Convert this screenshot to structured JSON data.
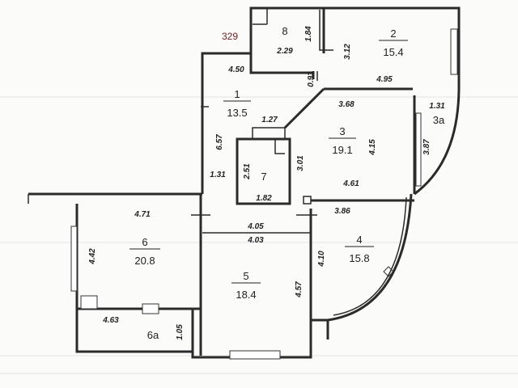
{
  "plan_ref": "329",
  "rooms": [
    {
      "id": "1",
      "area": "13.5"
    },
    {
      "id": "2",
      "area": "15.4"
    },
    {
      "id": "3",
      "area": "19.1"
    },
    {
      "id": "3a",
      "area": ""
    },
    {
      "id": "4",
      "area": "15.8"
    },
    {
      "id": "5",
      "area": "18.4"
    },
    {
      "id": "6",
      "area": "20.8"
    },
    {
      "id": "6a",
      "area": ""
    },
    {
      "id": "7",
      "area": ""
    },
    {
      "id": "8",
      "area": ""
    }
  ],
  "dimensions": [
    "4.50",
    "2.29",
    "1.84",
    "3.12",
    "0.93",
    "4.95",
    "1.31",
    "1.27",
    "3.68",
    "6.57",
    "1.31",
    "2.51",
    "3.01",
    "4.15",
    "3.87",
    "1.82",
    "4.61",
    "4.71",
    "4.05",
    "4.03",
    "3.86",
    "4.42",
    "4.10",
    "4.57",
    "4.63",
    "1.05"
  ]
}
